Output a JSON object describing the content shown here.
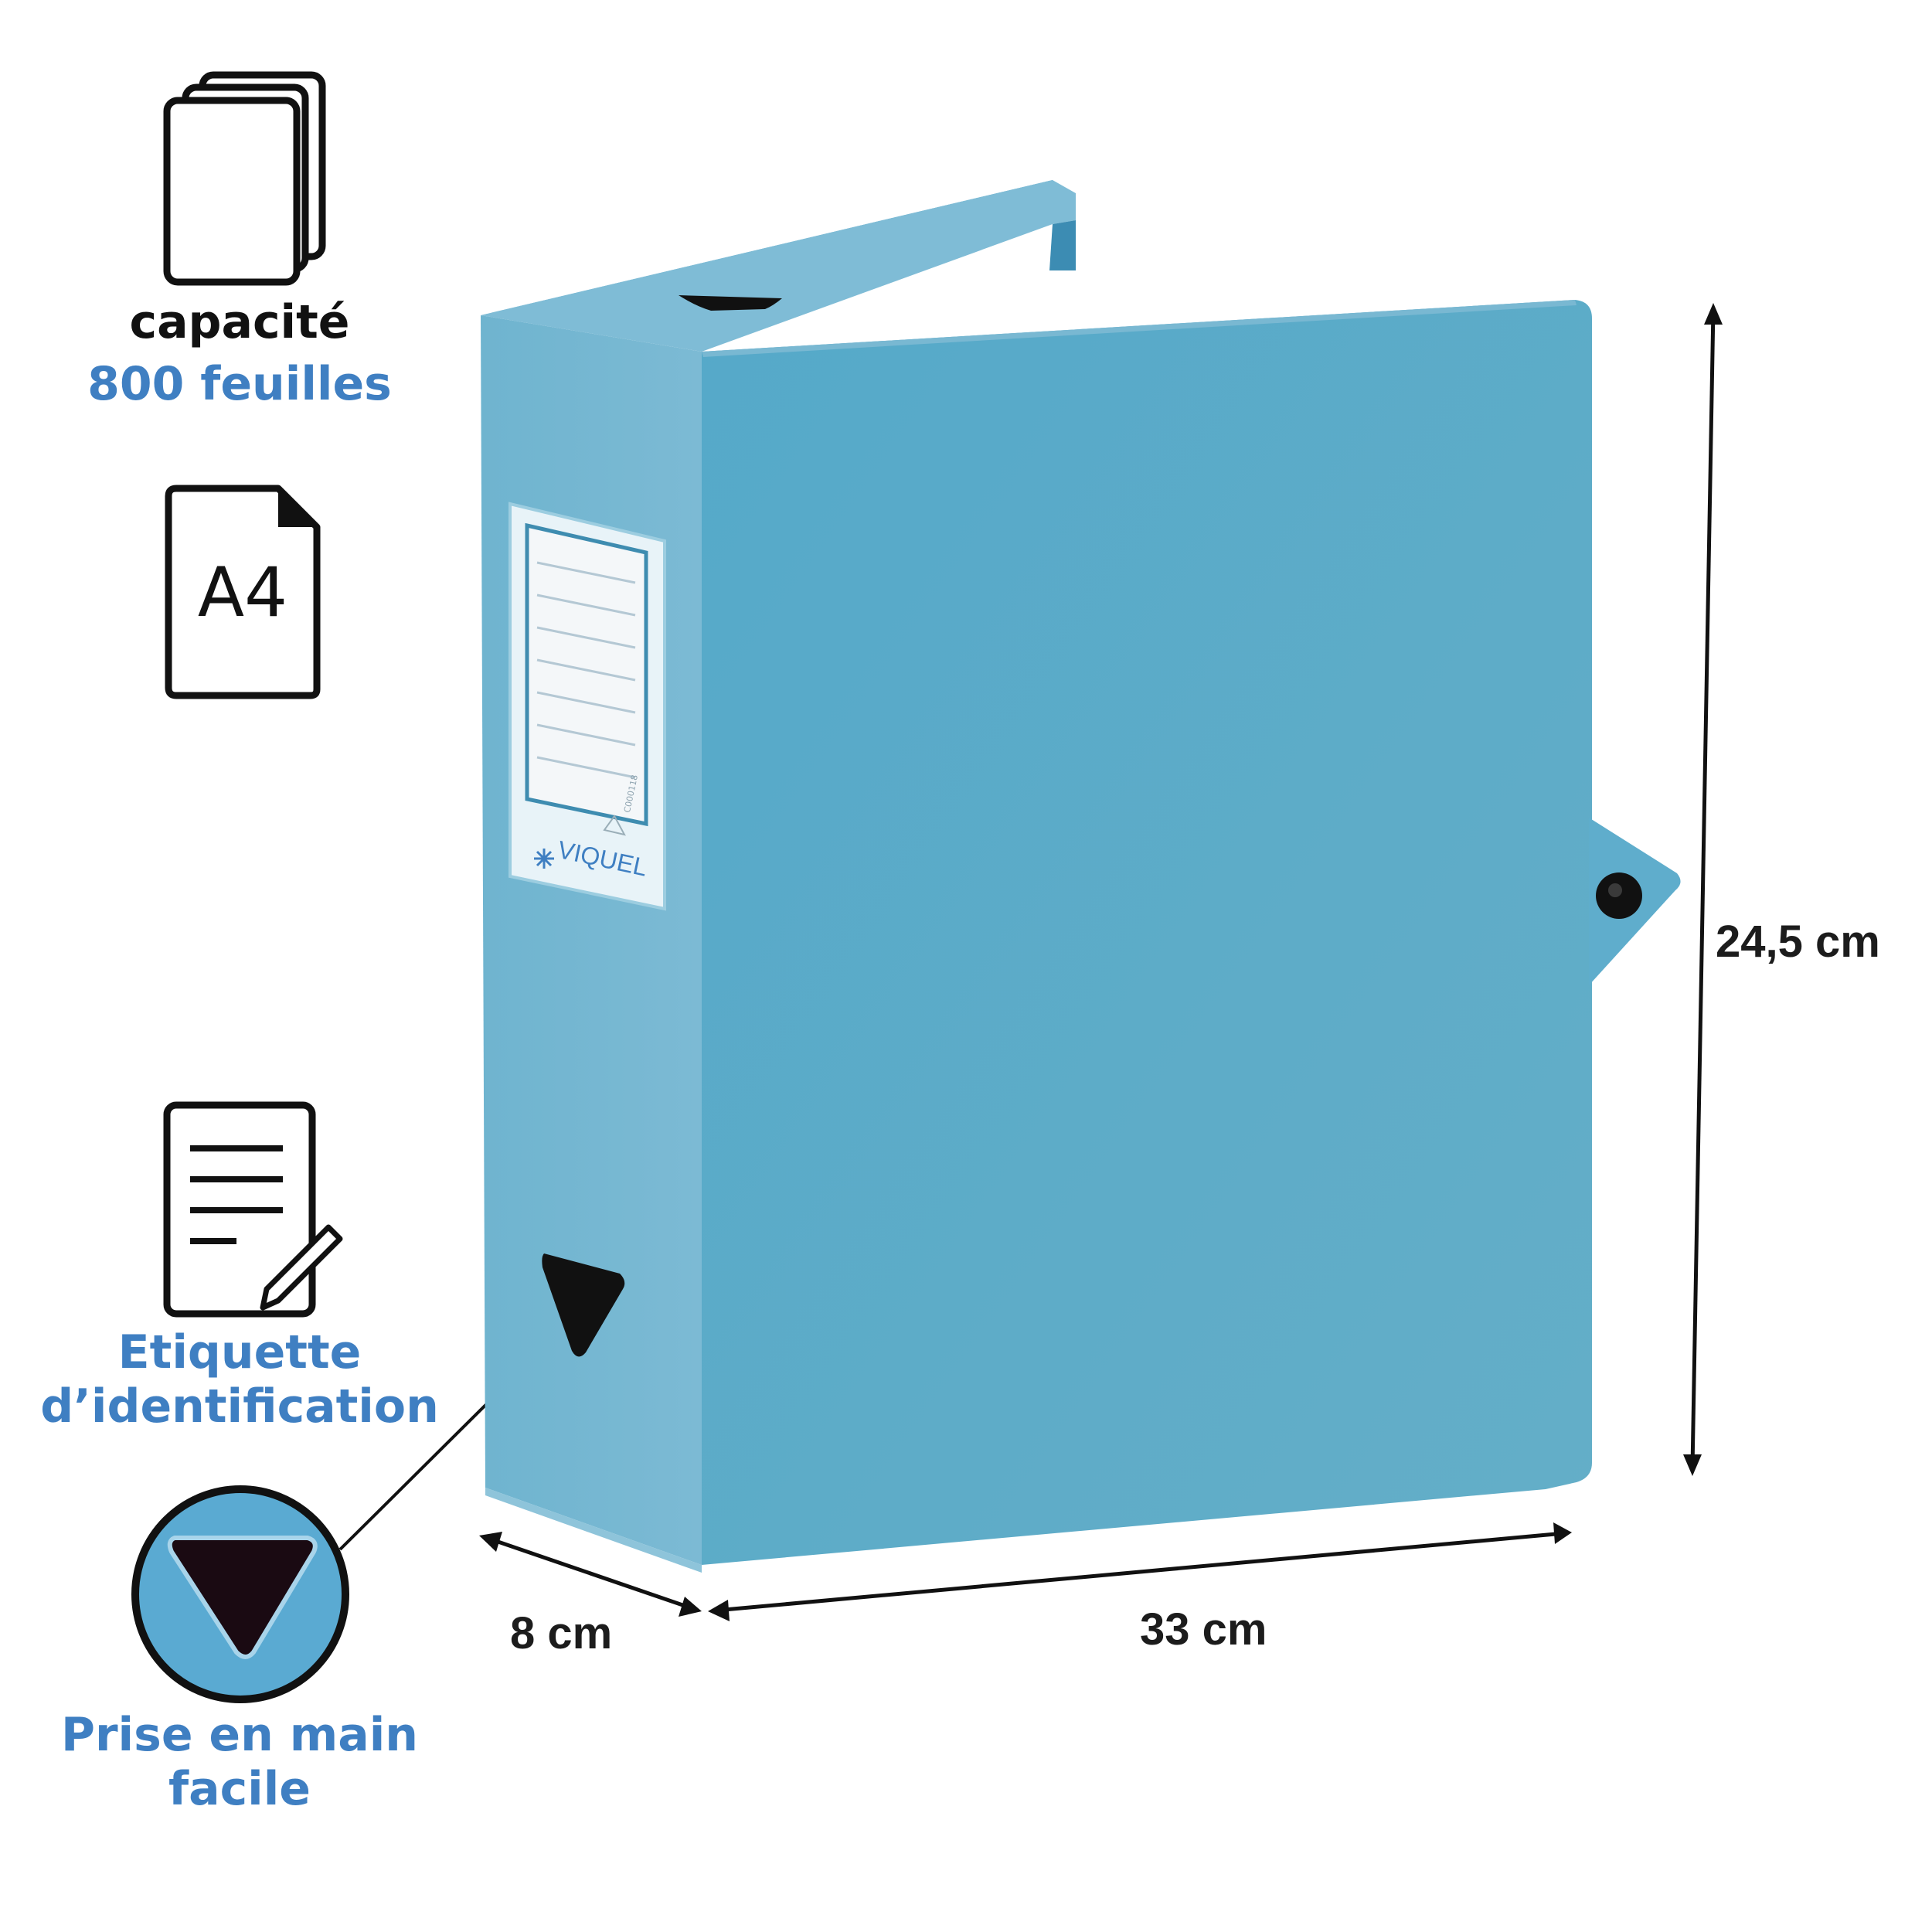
{
  "features": {
    "capacity": {
      "icon": "paper-stack-icon",
      "label": "capacité",
      "value": "800 feuilles"
    },
    "format": {
      "icon": "document-a4-icon",
      "text": "A4"
    },
    "label": {
      "icon": "document-pen-icon",
      "text_line1": "Etiquette",
      "text_line2": "d’identification"
    },
    "grip": {
      "icon": "finger-hole-icon",
      "text_line1": "Prise en main",
      "text_line2": "facile"
    }
  },
  "product": {
    "name": "archive-box",
    "brand": "VIQUEL",
    "label_code": "C000118",
    "color": "#5ba9c9"
  },
  "dimensions": {
    "height": "24,5 cm",
    "width": "33 cm",
    "depth": "8 cm"
  },
  "colors": {
    "accent_blue": "#3f7fc2",
    "dark_text": "#111111"
  }
}
